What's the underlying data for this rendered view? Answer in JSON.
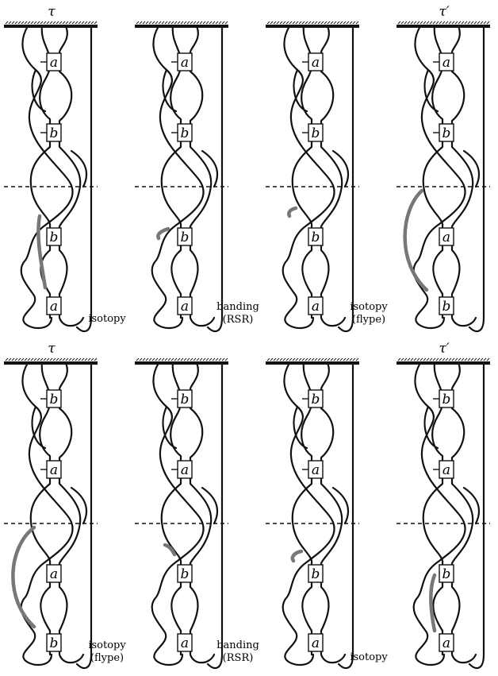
{
  "figure": {
    "rows": [
      {
        "panels": [
          {
            "title": "τ",
            "boxes": [
              "−a",
              "−b",
              "b",
              "a"
            ],
            "step": "isotopy",
            "step_sub": ""
          },
          {
            "title": "",
            "boxes": [
              "−a",
              "−b",
              "b",
              "a"
            ],
            "step": "banding",
            "step_sub": "(RSR)"
          },
          {
            "title": "",
            "boxes": [
              "−a",
              "−b",
              "b",
              "a"
            ],
            "step": "isotopy",
            "step_sub": "(flype)"
          },
          {
            "title": "τ′",
            "boxes": [
              "−a",
              "−b",
              "a",
              "b"
            ],
            "step": "",
            "step_sub": ""
          }
        ]
      },
      {
        "panels": [
          {
            "title": "τ",
            "boxes": [
              "−b",
              "−a",
              "a",
              "b"
            ],
            "step": "isotopy",
            "step_sub": "(flype)"
          },
          {
            "title": "",
            "boxes": [
              "−b",
              "−a",
              "b",
              "a"
            ],
            "step": "banding",
            "step_sub": "(RSR)"
          },
          {
            "title": "",
            "boxes": [
              "−b",
              "−a",
              "b",
              "a"
            ],
            "step": "isotopy",
            "step_sub": ""
          },
          {
            "title": "τ′",
            "boxes": [
              "−b",
              "−a",
              "b",
              "a"
            ],
            "step": "",
            "step_sub": ""
          }
        ]
      }
    ]
  },
  "colors": {
    "strand": "#111111",
    "band": "#777777",
    "background": "#ffffff"
  }
}
